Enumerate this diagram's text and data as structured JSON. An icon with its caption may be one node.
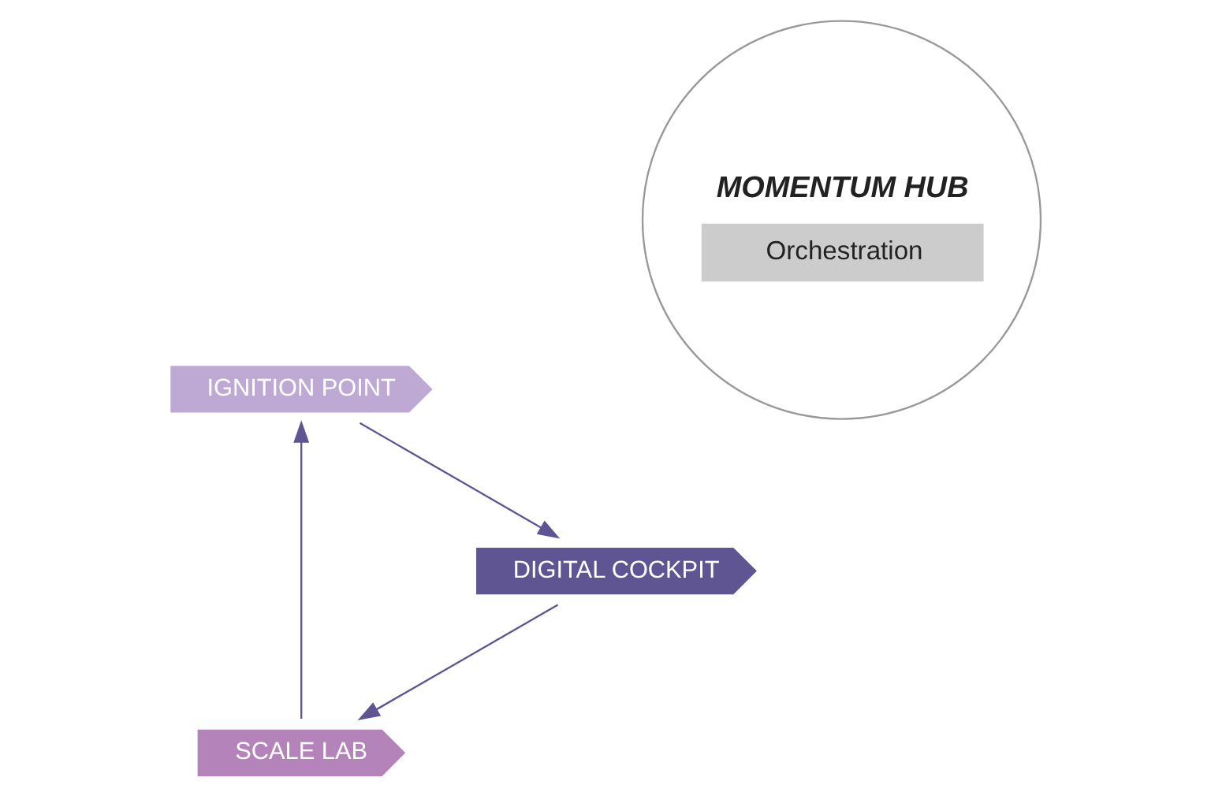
{
  "diagram": {
    "nodes": [
      {
        "text": [
          "MOMENTUM HUB",
          "Orchestration"
        ]
      },
      {
        "text": [
          "SCALE LAB"
        ]
      },
      {
        "text": [
          "IGNITION POINT"
        ]
      },
      {
        "text": [
          "DIGITAL COCKPIT"
        ]
      }
    ],
    "edges": [
      {
        "from": 1,
        "to": 2,
        "arrow": "to"
      },
      {
        "from": 2,
        "to": 3,
        "arrow": "to"
      },
      {
        "from": 3,
        "to": 1,
        "arrow": "to"
      }
    ]
  }
}
